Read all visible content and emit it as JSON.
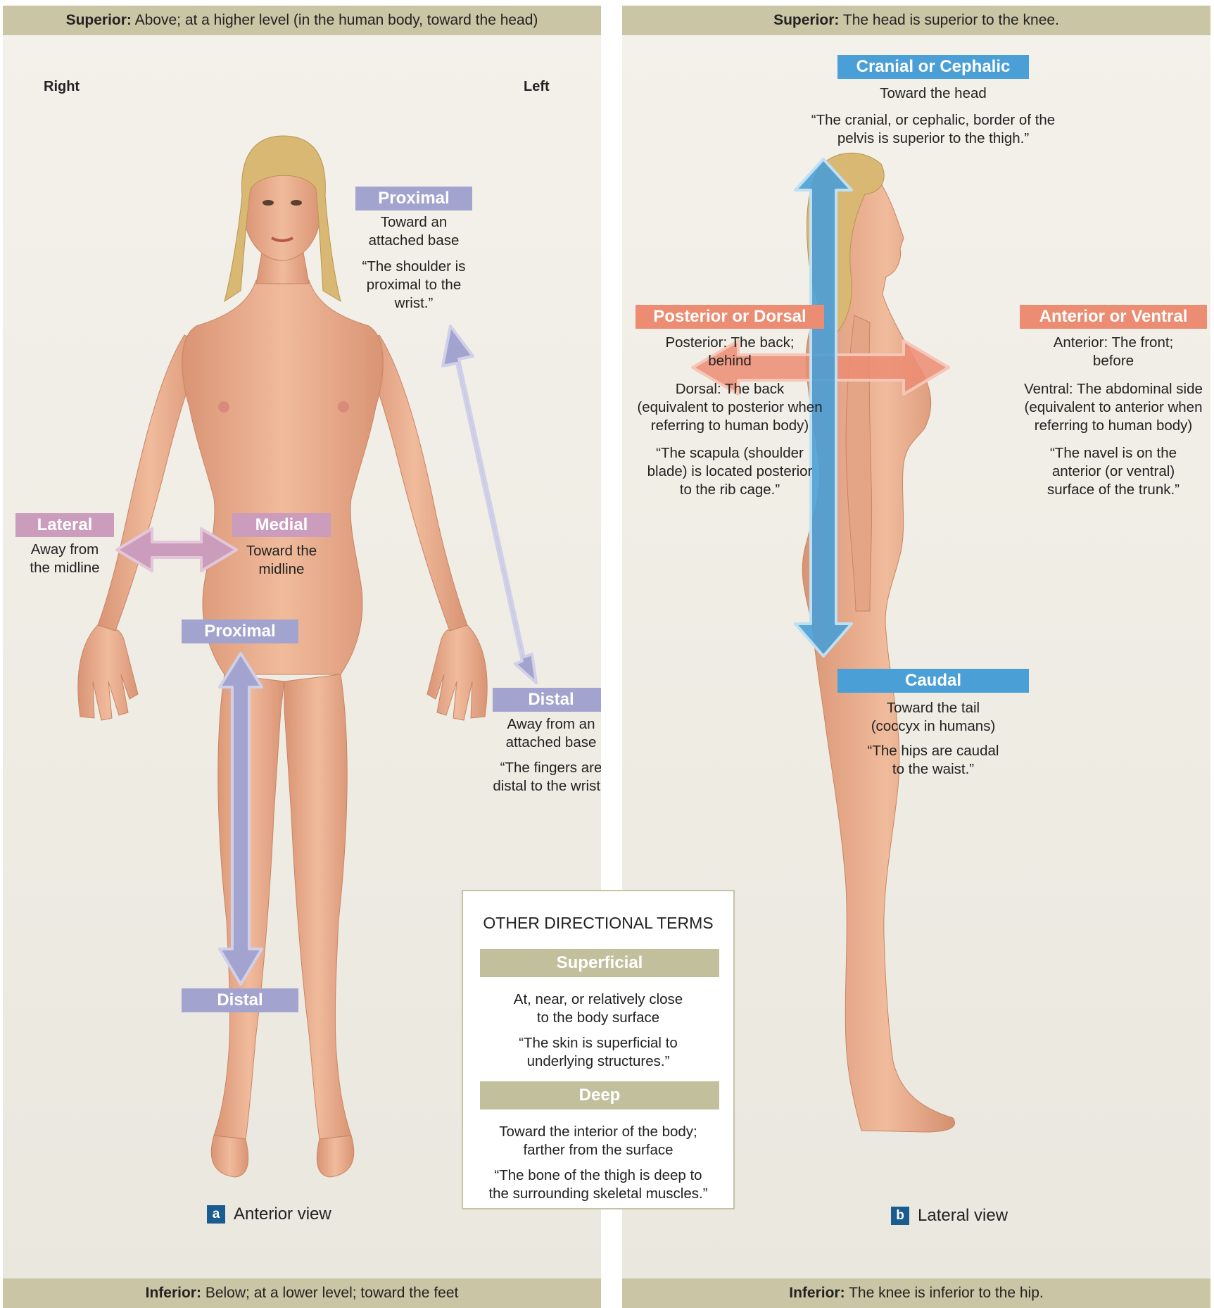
{
  "panel_a": {
    "top_bar": {
      "bold": "Superior:",
      "text": "Above; at a higher level (in the human body, toward the head)"
    },
    "bottom_bar": {
      "bold": "Inferior:",
      "text": "Below; at a lower level; toward the feet"
    },
    "side_right": "Right",
    "side_left": "Left",
    "proximal_upper": {
      "label": "Proximal",
      "def_line1": "Toward an",
      "def_line2": "attached base",
      "ex_line1": "“The shoulder is",
      "ex_line2": "proximal to the",
      "ex_line3": "wrist.”"
    },
    "lateral": {
      "label": "Lateral",
      "def_line1": "Away from",
      "def_line2": "the midline"
    },
    "medial": {
      "label": "Medial",
      "def_line1": "Toward the",
      "def_line2": "midline"
    },
    "proximal_lower": {
      "label": "Proximal"
    },
    "distal_lower": {
      "label": "Distal"
    },
    "distal_right": {
      "label": "Distal",
      "def_line1": "Away from an",
      "def_line2": "attached base",
      "ex_line1": "“The fingers are",
      "ex_line2": "distal to the wrist.”"
    },
    "view": {
      "badge": "a",
      "label": "Anterior view"
    }
  },
  "other_terms": {
    "heading": "OTHER DIRECTIONAL TERMS",
    "superficial": {
      "label": "Superficial",
      "def_line1": "At, near, or relatively close",
      "def_line2": "to the body surface",
      "ex_line1": "“The skin is superficial to",
      "ex_line2": "underlying structures.”"
    },
    "deep": {
      "label": "Deep",
      "def_line1": "Toward the interior of the body;",
      "def_line2": "farther from the surface",
      "ex_line1": "“The bone of the thigh is deep to",
      "ex_line2": "the surrounding skeletal muscles.”"
    }
  },
  "panel_b": {
    "top_bar": {
      "bold": "Superior:",
      "text": "The head is superior to the knee."
    },
    "bottom_bar": {
      "bold": "Inferior:",
      "text": "The knee is inferior to the hip."
    },
    "cranial": {
      "label": "Cranial or Cephalic",
      "def_line1": "Toward the head",
      "ex_line1": "“The cranial, or cephalic, border of the",
      "ex_line2": "pelvis is superior to the thigh.”"
    },
    "posterior": {
      "label": "Posterior or Dorsal",
      "def1_line1": "Posterior: The back;",
      "def1_line2": "behind",
      "def2_line1": "Dorsal: The back",
      "def2_line2": "(equivalent to posterior when",
      "def2_line3": "referring to human body)",
      "ex_line1": "“The scapula (shoulder",
      "ex_line2": "blade) is located posterior",
      "ex_line3": "to the rib cage.”"
    },
    "anterior": {
      "label": "Anterior or Ventral",
      "def1_line1": "Anterior: The front;",
      "def1_line2": "before",
      "def2_line1": "Ventral: The abdominal side",
      "def2_line2": "(equivalent to anterior when",
      "def2_line3": "referring to human body)",
      "ex_line1": "“The navel is on the",
      "ex_line2": "anterior (or ventral)",
      "ex_line3": "surface of the trunk.”"
    },
    "caudal": {
      "label": "Caudal",
      "def_line1": "Toward the tail",
      "def_line2": "(coccyx in humans)",
      "ex_line1": "“The hips are caudal",
      "ex_line2": "to the waist.”"
    },
    "view": {
      "badge": "b",
      "label": "Lateral view"
    }
  },
  "colors": {
    "purple": "#a3a3cf",
    "pink": "#cb9cbc",
    "blue": "#4a9fd6",
    "salmon": "#ec8c72",
    "olive": "#c2bf9d",
    "bar": "#c9c5a5",
    "skin": "#eab08f",
    "hair": "#d9b874"
  }
}
